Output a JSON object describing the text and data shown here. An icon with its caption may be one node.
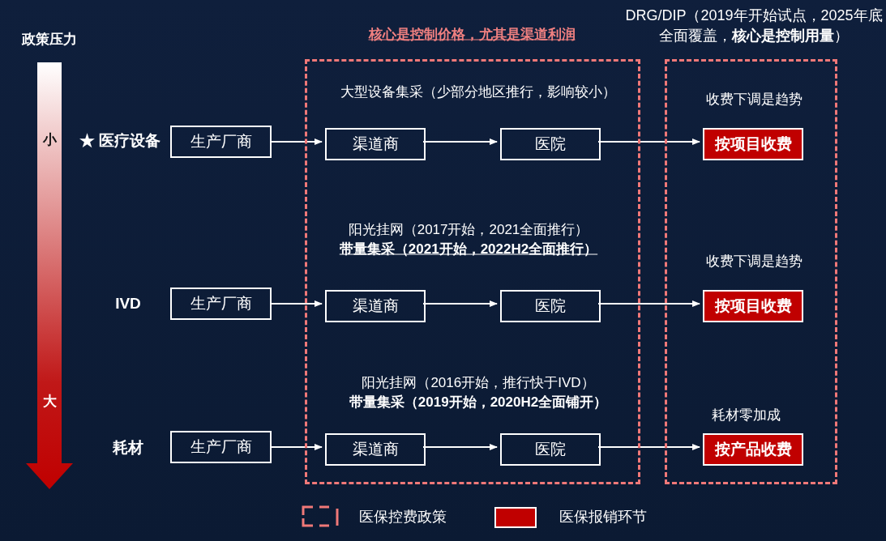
{
  "diagram": {
    "nodes": [
      {
        "text": [
          "核心是控制价格，尤其是渠道利润",
          "大型设备集采（少部分地区推行，影响较小）",
          "阳光挂网（2017开始，2021全面推行）",
          "带量集采（2021开始，2022H2全面推行）",
          "阳光挂网（2016开始，推行快于IVD）",
          "带量集采（2019开始，2020H2全面铺开）"
        ]
      },
      {
        "text": [
          "DRG/DIP（2019年开始试点，2025年底全面覆盖，**核心是控制用量**）",
          "收费下调是趋势",
          "收费下调是趋势",
          "耗材零加成"
        ]
      },
      {
        "text": [
          "生产厂商"
        ]
      },
      {
        "text": [
          "渠道商"
        ],
        "in": 0
      },
      {
        "text": [
          "医院"
        ],
        "in": 0
      },
      {
        "text": [
          "按项目收费"
        ],
        "in": 1
      },
      {
        "text": [
          "生产厂商"
        ]
      },
      {
        "text": [
          "渠道商"
        ],
        "in": 0
      },
      {
        "text": [
          "医院"
        ],
        "in": 0
      },
      {
        "text": [
          "按项目收费"
        ],
        "in": 1
      },
      {
        "text": [
          "生产厂商"
        ]
      },
      {
        "text": [
          "渠道商"
        ],
        "in": 0
      },
      {
        "text": [
          "医院"
        ],
        "in": 0
      },
      {
        "text": [
          "按产品收费"
        ],
        "in": 1
      }
    ],
    "edges": [
      {
        "from": 2,
        "to": 3,
        "arrow": "to"
      },
      {
        "from": 3,
        "to": 4,
        "arrow": "to"
      },
      {
        "from": 4,
        "to": 5,
        "arrow": "to"
      },
      {
        "from": 6,
        "to": 7,
        "arrow": "to"
      },
      {
        "from": 7,
        "to": 8,
        "arrow": "to"
      },
      {
        "from": 8,
        "to": 9,
        "arrow": "to"
      },
      {
        "from": 10,
        "to": 11,
        "arrow": "to"
      },
      {
        "from": 11,
        "to": 12,
        "arrow": "to"
      },
      {
        "from": 12,
        "to": 13,
        "arrow": "to"
      }
    ],
    "labels": [
      "政策压力",
      "小",
      "★ 医疗设备",
      "IVD",
      "大",
      "耗材"
    ],
    "legend": [
      {
        "text": "医保控费政策"
      },
      {
        "text": "医保报销环节",
        "color": "#c00000"
      }
    ]
  }
}
